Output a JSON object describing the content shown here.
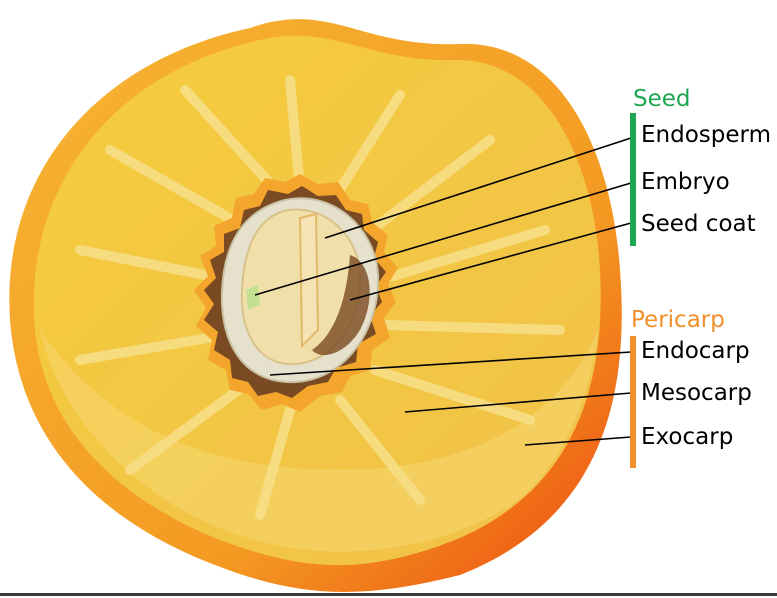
{
  "seed": {
    "heading": "Seed",
    "items": [
      "Endosperm",
      "Embryo",
      "Seed coat"
    ]
  },
  "pericarp": {
    "heading": "Pericarp",
    "items": [
      "Endocarp",
      "Mesocarp",
      "Exocarp"
    ]
  },
  "colors": {
    "seed_green": "#1fa653",
    "pericarp_orange": "#f0902b",
    "exocarp_dark": "#f0781e",
    "mesocarp_yellow": "#f3c63a",
    "pit_brown": "#7a4a22",
    "seed_coat": "#e6e1cc",
    "endosperm": "#f1dfaa"
  }
}
